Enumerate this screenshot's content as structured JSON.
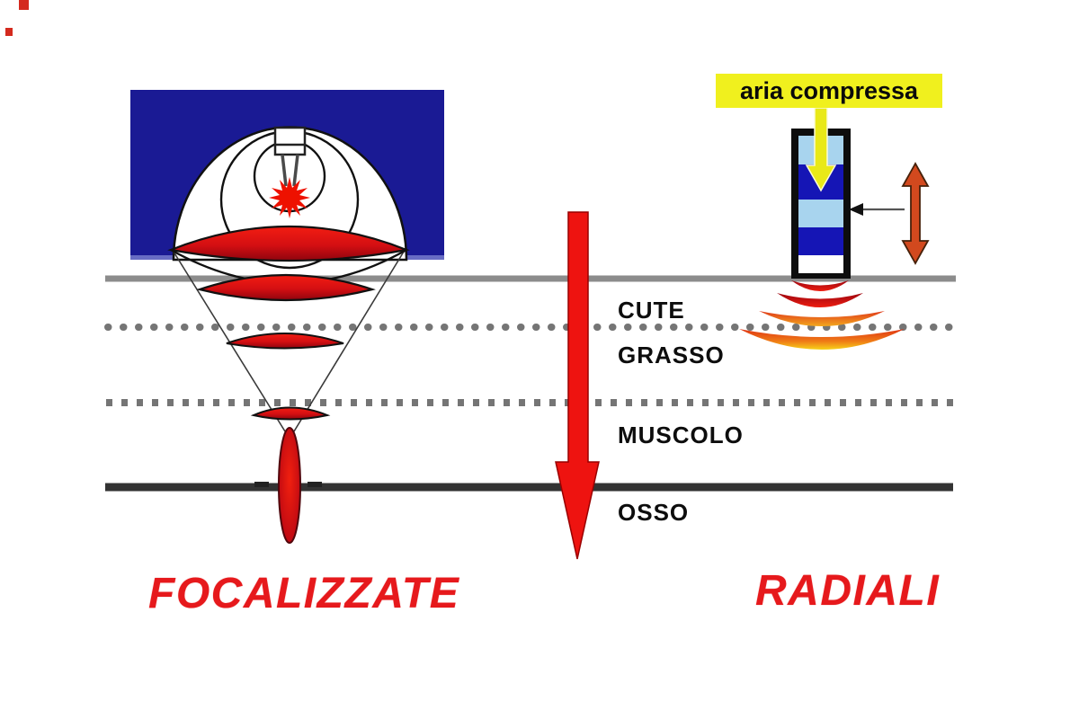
{
  "diagram": {
    "left_caption": "FOCALIZZATE",
    "right_caption": "RADIALI",
    "banner_label": "aria compressa",
    "tissue_layers": [
      {
        "label": "CUTE"
      },
      {
        "label": "GRASSO"
      },
      {
        "label": "MUSCOLO"
      },
      {
        "label": "OSSO"
      }
    ],
    "colors": {
      "device_blue": "#1a1a94",
      "wave_red_bright": "#f21d12",
      "wave_red_dark": "#8f040e",
      "caption_red": "#e6191c",
      "banner_yellow": "#f0f01e",
      "skin_line_gray": "#8c8c8c",
      "dot_gray": "#757575",
      "bone_line_dark": "#333333",
      "tube_light_blue": "#a8d4ee",
      "tube_dark_blue": "#1515b5",
      "recoil_arrow_orange": "#d2491e",
      "air_arrow_yellow": "#e9e918",
      "radial_wave_yellow": "#f7d21a"
    }
  }
}
